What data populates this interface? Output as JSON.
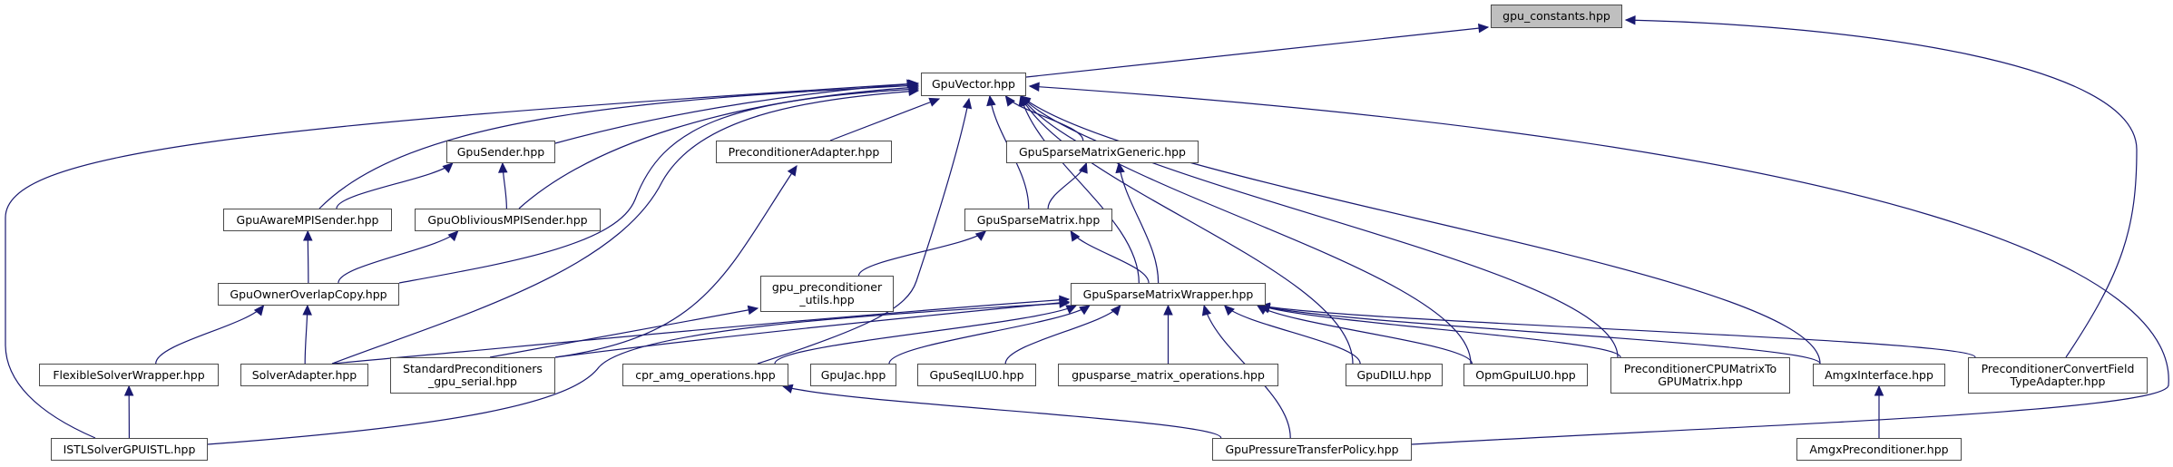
{
  "graph": {
    "type": "include-dependency-graph",
    "edge_color": "#191970",
    "highlight_fill": "#bfbfbf",
    "nodes": [
      {
        "id": "gpu_constants",
        "label": "gpu_constants.hpp",
        "highlighted": true
      },
      {
        "id": "GpuVector",
        "label": "GpuVector.hpp"
      },
      {
        "id": "GpuSender",
        "label": "GpuSender.hpp"
      },
      {
        "id": "PreconditionerAdapter",
        "label": "PreconditionerAdapter.hpp"
      },
      {
        "id": "GpuSparseMatrixGeneric",
        "label": "GpuSparseMatrixGeneric.hpp"
      },
      {
        "id": "GpuAwareMPISender",
        "label": "GpuAwareMPISender.hpp"
      },
      {
        "id": "GpuObliviousMPISender",
        "label": "GpuObliviousMPISender.hpp"
      },
      {
        "id": "GpuSparseMatrix",
        "label": "GpuSparseMatrix.hpp"
      },
      {
        "id": "GpuOwnerOverlapCopy",
        "label": "GpuOwnerOverlapCopy.hpp"
      },
      {
        "id": "gpu_preconditioner_utils",
        "label": "gpu_preconditioner\n_utils.hpp"
      },
      {
        "id": "GpuSparseMatrixWrapper",
        "label": "GpuSparseMatrixWrapper.hpp"
      },
      {
        "id": "FlexibleSolverWrapper",
        "label": "FlexibleSolverWrapper.hpp"
      },
      {
        "id": "SolverAdapter",
        "label": "SolverAdapter.hpp"
      },
      {
        "id": "StandardPreconditioners",
        "label": "StandardPreconditioners\n_gpu_serial.hpp"
      },
      {
        "id": "cpr_amg_operations",
        "label": "cpr_amg_operations.hpp"
      },
      {
        "id": "GpuJac",
        "label": "GpuJac.hpp"
      },
      {
        "id": "GpuSeqILU0",
        "label": "GpuSeqILU0.hpp"
      },
      {
        "id": "gpusparse_matrix_operations",
        "label": "gpusparse_matrix_operations.hpp"
      },
      {
        "id": "GpuDILU",
        "label": "GpuDILU.hpp"
      },
      {
        "id": "OpmGpuILU0",
        "label": "OpmGpuILU0.hpp"
      },
      {
        "id": "PreconditionerCPUMatrixToGPUMatrix",
        "label": "PreconditionerCPUMatrixTo\nGPUMatrix.hpp"
      },
      {
        "id": "AmgxInterface",
        "label": "AmgxInterface.hpp"
      },
      {
        "id": "PreconditionerConvertFieldTypeAdapter",
        "label": "PreconditionerConvertField\nTypeAdapter.hpp"
      },
      {
        "id": "ISTLSolverGPUISTL",
        "label": "ISTLSolverGPUISTL.hpp"
      },
      {
        "id": "GpuPressureTransferPolicy",
        "label": "GpuPressureTransferPolicy.hpp"
      },
      {
        "id": "AmgxPreconditioner",
        "label": "AmgxPreconditioner.hpp"
      }
    ],
    "edges": [
      [
        "GpuVector",
        "gpu_constants"
      ],
      [
        "PreconditionerConvertFieldTypeAdapter",
        "gpu_constants"
      ],
      [
        "GpuSender",
        "GpuVector"
      ],
      [
        "GpuAwareMPISender",
        "GpuVector"
      ],
      [
        "GpuObliviousMPISender",
        "GpuVector"
      ],
      [
        "GpuOwnerOverlapCopy",
        "GpuVector"
      ],
      [
        "SolverAdapter",
        "GpuVector"
      ],
      [
        "ISTLSolverGPUISTL",
        "GpuVector"
      ],
      [
        "PreconditionerAdapter",
        "GpuVector"
      ],
      [
        "cpr_amg_operations",
        "GpuVector"
      ],
      [
        "GpuSparseMatrix",
        "GpuVector"
      ],
      [
        "GpuSparseMatrixGeneric",
        "GpuVector"
      ],
      [
        "GpuSparseMatrixWrapper",
        "GpuVector"
      ],
      [
        "GpuDILU",
        "GpuVector"
      ],
      [
        "OpmGpuILU0",
        "GpuVector"
      ],
      [
        "PreconditionerCPUMatrixToGPUMatrix",
        "GpuVector"
      ],
      [
        "AmgxInterface",
        "GpuVector"
      ],
      [
        "GpuPressureTransferPolicy",
        "GpuVector"
      ],
      [
        "GpuAwareMPISender",
        "GpuSender"
      ],
      [
        "GpuObliviousMPISender",
        "GpuSender"
      ],
      [
        "GpuOwnerOverlapCopy",
        "GpuAwareMPISender"
      ],
      [
        "GpuOwnerOverlapCopy",
        "GpuObliviousMPISender"
      ],
      [
        "FlexibleSolverWrapper",
        "GpuOwnerOverlapCopy"
      ],
      [
        "SolverAdapter",
        "GpuOwnerOverlapCopy"
      ],
      [
        "ISTLSolverGPUISTL",
        "FlexibleSolverWrapper"
      ],
      [
        "StandardPreconditioners",
        "PreconditionerAdapter"
      ],
      [
        "GpuSparseMatrix",
        "GpuSparseMatrixGeneric"
      ],
      [
        "GpuSparseMatrixWrapper",
        "GpuSparseMatrixGeneric"
      ],
      [
        "gpu_preconditioner_utils",
        "GpuSparseMatrix"
      ],
      [
        "GpuSparseMatrixWrapper",
        "GpuSparseMatrix"
      ],
      [
        "StandardPreconditioners",
        "gpu_preconditioner_utils"
      ],
      [
        "SolverAdapter",
        "GpuSparseMatrixWrapper"
      ],
      [
        "StandardPreconditioners",
        "GpuSparseMatrixWrapper"
      ],
      [
        "ISTLSolverGPUISTL",
        "GpuSparseMatrixWrapper"
      ],
      [
        "cpr_amg_operations",
        "GpuSparseMatrixWrapper"
      ],
      [
        "GpuJac",
        "GpuSparseMatrixWrapper"
      ],
      [
        "GpuSeqILU0",
        "GpuSparseMatrixWrapper"
      ],
      [
        "gpusparse_matrix_operations",
        "GpuSparseMatrixWrapper"
      ],
      [
        "GpuDILU",
        "GpuSparseMatrixWrapper"
      ],
      [
        "OpmGpuILU0",
        "GpuSparseMatrixWrapper"
      ],
      [
        "PreconditionerCPUMatrixToGPUMatrix",
        "GpuSparseMatrixWrapper"
      ],
      [
        "AmgxInterface",
        "GpuSparseMatrixWrapper"
      ],
      [
        "PreconditionerConvertFieldTypeAdapter",
        "GpuSparseMatrixWrapper"
      ],
      [
        "GpuPressureTransferPolicy",
        "GpuSparseMatrixWrapper"
      ],
      [
        "GpuPressureTransferPolicy",
        "cpr_amg_operations"
      ],
      [
        "AmgxPreconditioner",
        "AmgxInterface"
      ]
    ]
  }
}
